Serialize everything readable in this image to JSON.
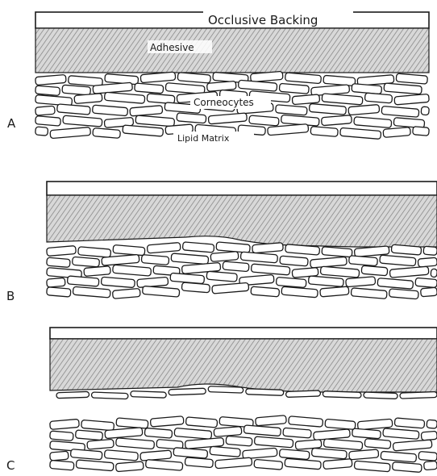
{
  "labels": {
    "backing": "Occlusive Backing",
    "adhesive": "Adhesive",
    "corneocytes": "Corneocytes",
    "lipid": "Lipid Matrix"
  },
  "panels": [
    {
      "letter": "A",
      "state": "intact"
    },
    {
      "letter": "B",
      "state": "partial-detachment"
    },
    {
      "letter": "C",
      "state": "stripped-layer"
    }
  ],
  "colors": {
    "ink": "#1a1a1a",
    "hatch": "#9a9a9a",
    "background": "#ffffff"
  }
}
